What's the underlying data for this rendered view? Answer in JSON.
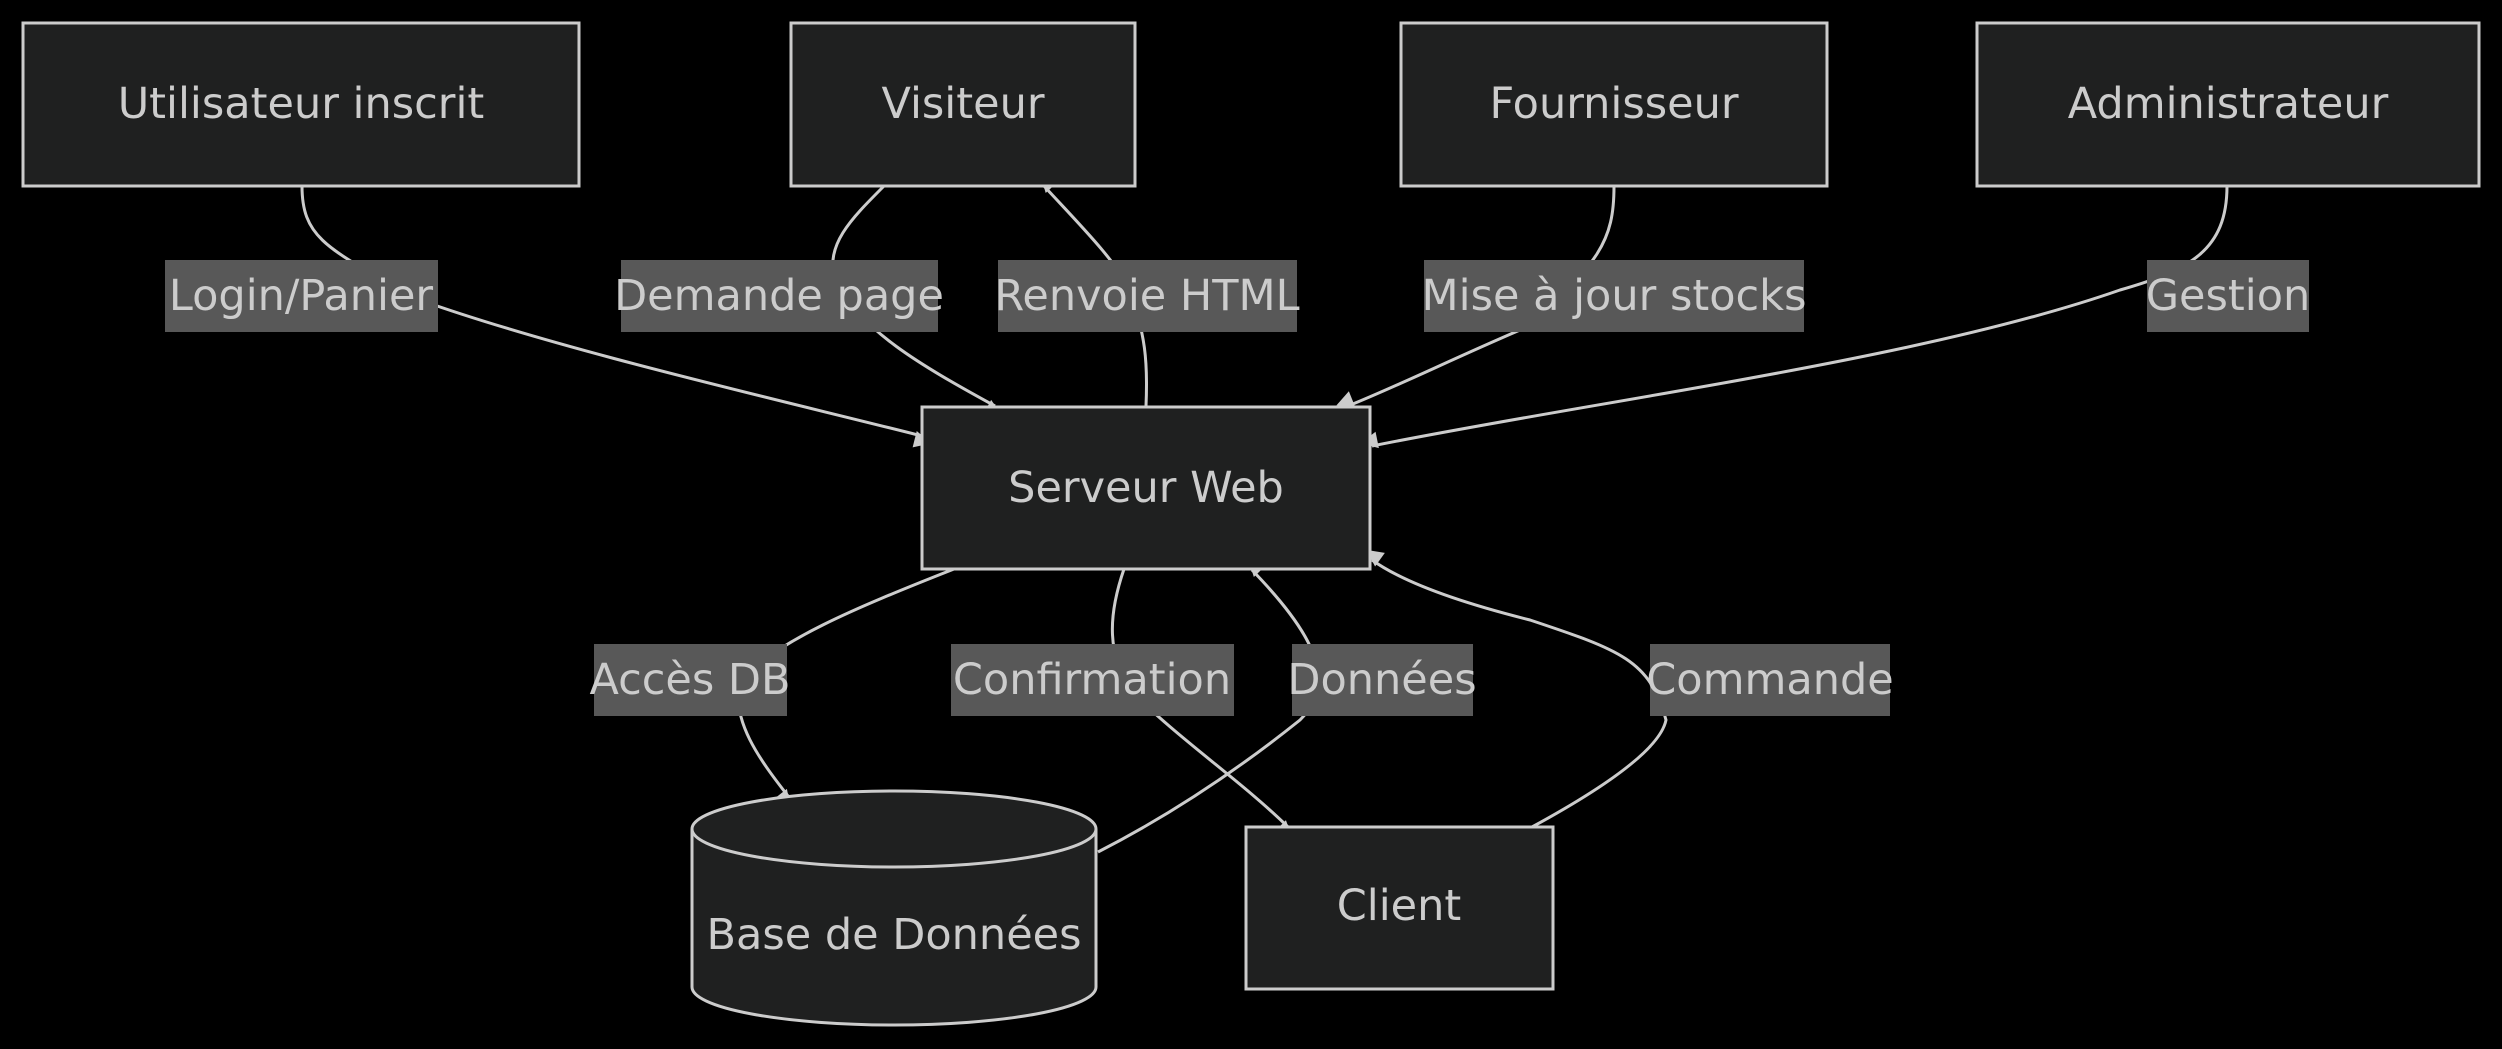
{
  "colors": {
    "background": "#000000",
    "node_fill": "#1f2020",
    "node_stroke": "#cccccc",
    "text": "#cccccc",
    "edge_label_background": "#585858"
  },
  "nodes": {
    "utilisateur": "Utilisateur inscrit",
    "visiteur": "Visiteur",
    "fournisseur": "Fournisseur",
    "administrateur": "Administrateur",
    "serveur": "Serveur Web",
    "base": "Base de Données",
    "client": "Client"
  },
  "edges": {
    "login": "Login/Panier",
    "demande": "Demande page",
    "renvoie": "Renvoie HTML",
    "stocks": "Mise à jour stocks",
    "gestion": "Gestion",
    "acces": "Accès DB",
    "confirmation": "Confirmation",
    "donnees": "Données",
    "commande": "Commande"
  }
}
